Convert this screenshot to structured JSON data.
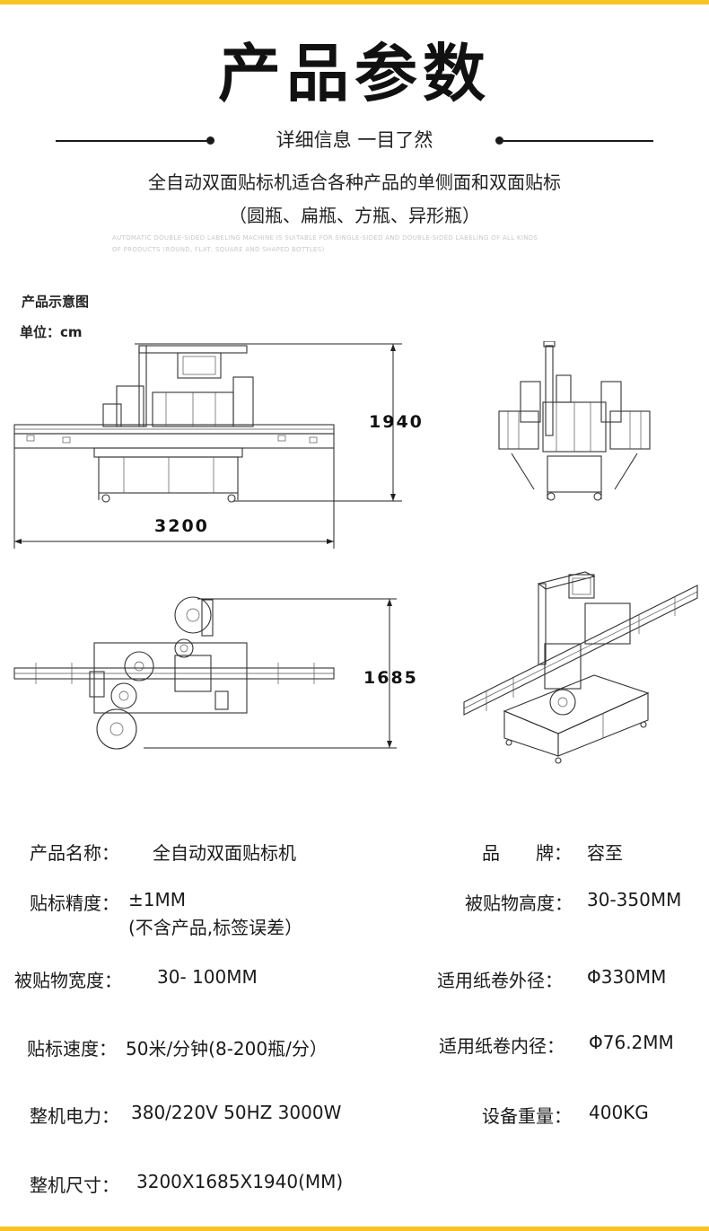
{
  "header": {
    "title": "产品参数",
    "subtitle": "详细信息 一目了然",
    "description_line1": "全自动双面贴标机适合各种产品的单侧面和双面贴标",
    "description_line2": "（圆瓶、扁瓶、方瓶、异形瓶）",
    "english_line1": "AUTOMATIC DOUBLE-SIDED LABELING MACHINE IS SUITABLE FOR SINGLE-SIDED AND DOUBLE-SIDED LABELING OF ALL KINDS",
    "english_line2": "OF PRODUCTS (ROUND, FLAT, SQUARE AND SHAPED BOTTLES)"
  },
  "diagram": {
    "section_label": "产品示意图",
    "unit_label": "单位：cm",
    "height_dim": "1940",
    "length_dim": "3200",
    "width_dim": "1685"
  },
  "specs": {
    "name_label": "产品名称：",
    "name_value": "全自动双面贴标机",
    "brand_label": "品　　牌：",
    "brand_value": "容至",
    "precision_label": "贴标精度：",
    "precision_value": "±1MM",
    "precision_note": "(不含产品,标签误差）",
    "object_height_label": "被贴物高度：",
    "object_height_value": "30-350MM",
    "object_width_label": "被贴物宽度：",
    "object_width_value": "30- 100MM",
    "roll_outer_label": "适用纸卷外径：",
    "roll_outer_value": "Φ330MM",
    "speed_label": "贴标速度：",
    "speed_value": "50米/分钟(8-200瓶/分）",
    "roll_inner_label": "适用纸卷内径：",
    "roll_inner_value": "Φ76.2MM",
    "power_label": "整机电力：",
    "power_value": "380/220V  50HZ 3000W",
    "weight_label": "设备重量：",
    "weight_value": "400KG",
    "size_label": "整机尺寸：",
    "size_value": "3200X1685X1940(MM)"
  },
  "colors": {
    "accent": "#f7c325",
    "text": "#1a1a1a"
  }
}
